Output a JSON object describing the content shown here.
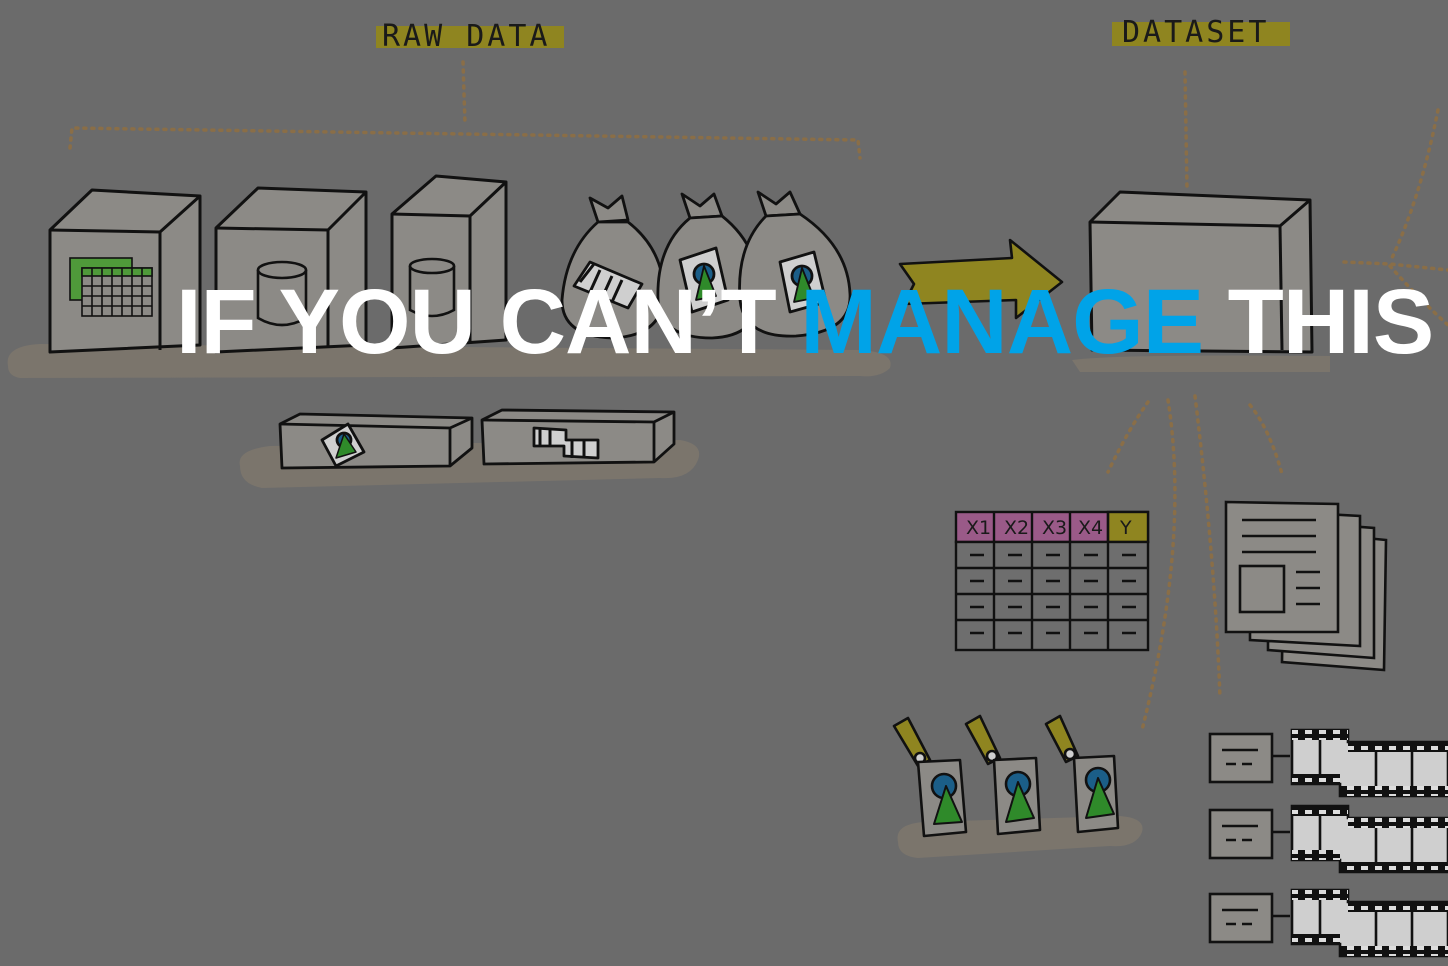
{
  "labels": {
    "raw_data": "RAW DATA",
    "dataset": "DATASET"
  },
  "table_header": [
    "X1",
    "X2",
    "X3",
    "X4",
    "Y"
  ],
  "headline": {
    "part1": "IF YOU CAN’T ",
    "accent": "MANAGE",
    "part2": " THIS"
  },
  "colors": {
    "background": "#6b6b6b",
    "accent": "#00a3e8",
    "label_highlight": "#8f8520",
    "dotted_line": "#8a6e47",
    "shelf": "#7b756c",
    "box_fill": "#8c8a86",
    "header_magenta": "#9a5a88",
    "header_yellow": "#8f8520",
    "table_fill": "#6e6e6e",
    "green": "#2f8a2a",
    "blue": "#1b5e88"
  },
  "icons": [
    "cube-icon",
    "database-icon",
    "sack-icon",
    "arrow-right-icon",
    "table-icon",
    "document-stack-icon",
    "tagged-image-icon",
    "film-strip-icon",
    "note-icon"
  ]
}
